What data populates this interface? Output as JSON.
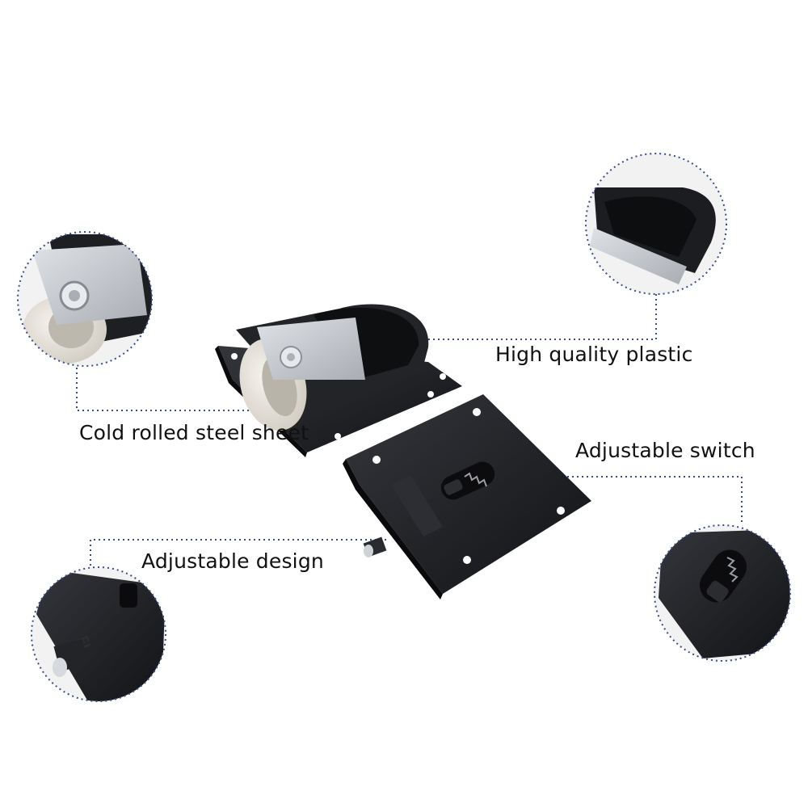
{
  "callouts": {
    "plastic": {
      "label": "High quality plastic"
    },
    "steel": {
      "label": "Cold rolled steel sheet"
    },
    "switch": {
      "label": "Adjustable switch"
    },
    "design": {
      "label": "Adjustable design"
    }
  },
  "colors": {
    "background": "#ffffff",
    "product_black": "#1c1d20",
    "steel_plate": "#c4c7cc",
    "nylon_wheel": "#e8e4dc",
    "dotted_line": "#3a4a8a"
  },
  "icons": [
    "roller-assembly",
    "latch-plate",
    "magnifier-circle",
    "brand-embossing"
  ]
}
